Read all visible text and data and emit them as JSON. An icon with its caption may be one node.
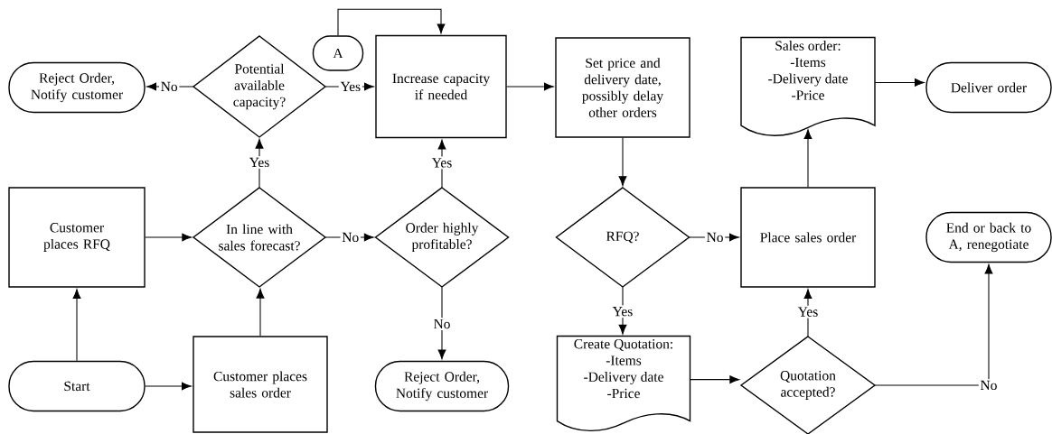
{
  "diagram": {
    "nodes": [
      {
        "text": [
          "Reject Order, Notify customer"
        ]
      },
      {
        "text": [
          "Potential available capacity?"
        ]
      },
      {
        "text": [
          "A"
        ]
      },
      {
        "text": [
          "Increase capacity if needed"
        ]
      },
      {
        "text": [
          "Set price and delivery date, possibly delay other orders"
        ]
      },
      {
        "text": [
          "Sales order:",
          "-Items",
          "-Delivery date",
          "-Price"
        ]
      },
      {
        "text": [
          "Deliver order"
        ]
      },
      {
        "text": [
          "Customer places RFQ"
        ]
      },
      {
        "text": [
          "In line with sales forecast?"
        ]
      },
      {
        "text": [
          "Order highly profitable?"
        ]
      },
      {
        "text": [
          "RFQ?"
        ]
      },
      {
        "text": [
          "Place sales order"
        ]
      },
      {
        "text": [
          "End or back to A, renegotiate"
        ]
      },
      {
        "text": [
          "Start"
        ]
      },
      {
        "text": [
          "Customer places sales order"
        ]
      },
      {
        "text": [
          "Reject Order, Notify customer"
        ]
      },
      {
        "text": [
          "Create Quotation:",
          "-Items",
          "-Delivery date",
          "-Price"
        ]
      },
      {
        "text": [
          "Quotation accepted?"
        ]
      }
    ],
    "edges": [
      {
        "from": 1,
        "to": 0,
        "arrow": "to",
        "label": "No"
      },
      {
        "from": 1,
        "to": 3,
        "arrow": "to",
        "label": "Yes"
      },
      {
        "from": 2,
        "to": 3,
        "arrow": "to"
      },
      {
        "from": 3,
        "to": 4,
        "arrow": "to"
      },
      {
        "from": 5,
        "to": 6,
        "arrow": "to"
      },
      {
        "from": 7,
        "to": 8,
        "arrow": "to"
      },
      {
        "from": 8,
        "to": 9,
        "arrow": "to",
        "label": "No"
      },
      {
        "from": 8,
        "to": 1,
        "arrow": "to",
        "label": "Yes"
      },
      {
        "from": 9,
        "to": 3,
        "arrow": "to",
        "label": "Yes"
      },
      {
        "from": 9,
        "to": 15,
        "arrow": "to",
        "label": "No"
      },
      {
        "from": 4,
        "to": 10,
        "arrow": "to"
      },
      {
        "from": 10,
        "to": 11,
        "arrow": "to",
        "label": "No"
      },
      {
        "from": 10,
        "to": 16,
        "arrow": "to",
        "label": "Yes"
      },
      {
        "from": 11,
        "to": 5,
        "arrow": "to"
      },
      {
        "from": 13,
        "to": 7,
        "arrow": "to"
      },
      {
        "from": 13,
        "to": 14,
        "arrow": "to"
      },
      {
        "from": 14,
        "to": 8,
        "arrow": "to"
      },
      {
        "from": 16,
        "to": 17,
        "arrow": "to"
      },
      {
        "from": 17,
        "to": 11,
        "arrow": "to",
        "label": "Yes"
      },
      {
        "from": 17,
        "to": 12,
        "arrow": "to",
        "label": "No"
      }
    ]
  }
}
